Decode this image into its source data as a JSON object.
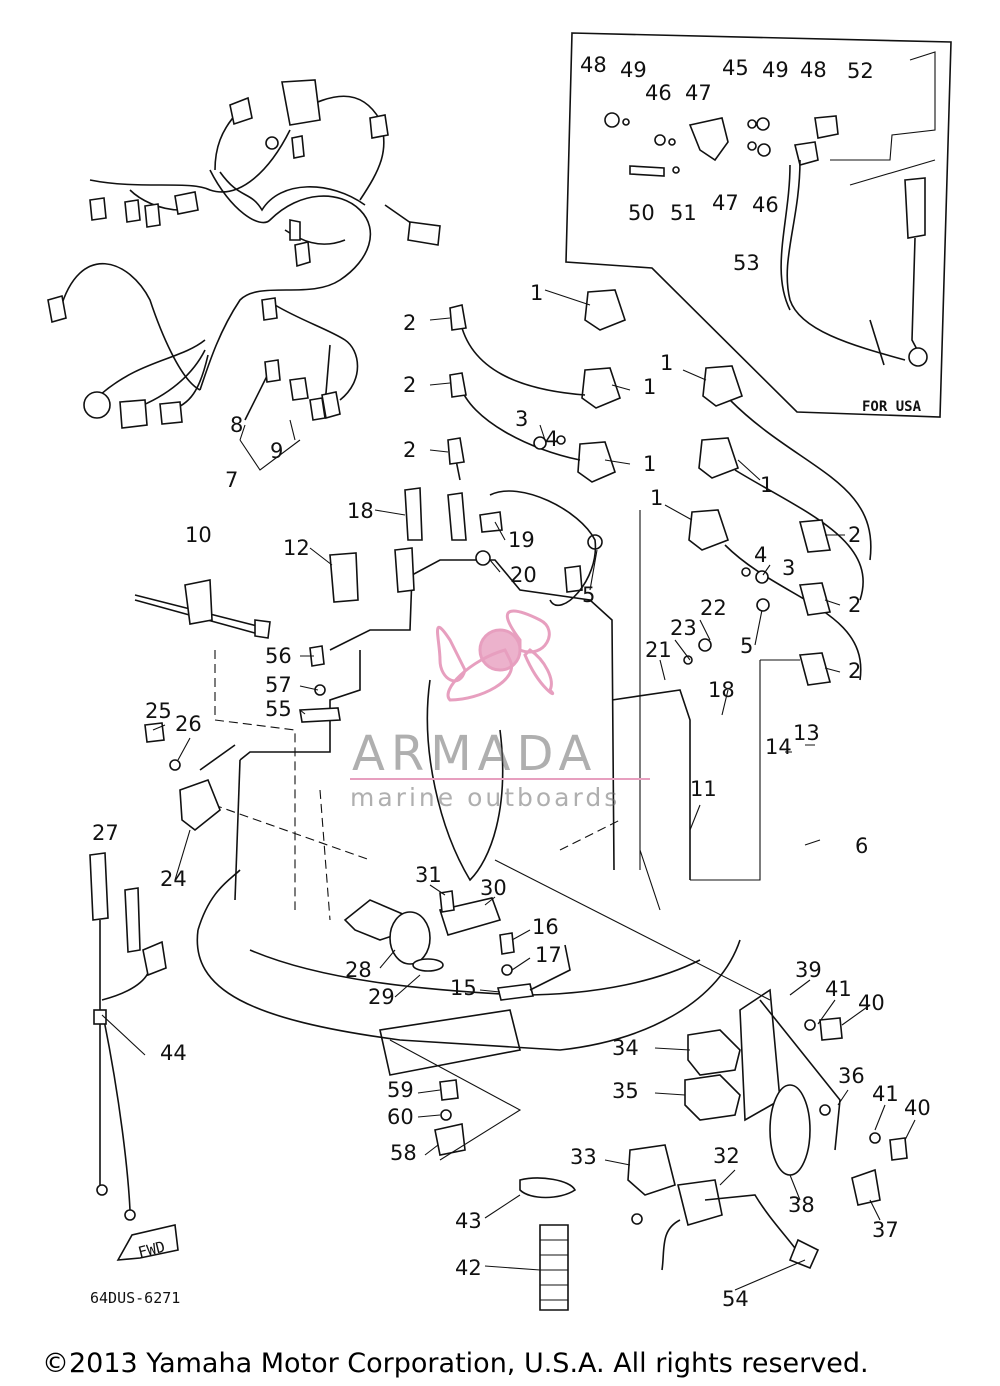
{
  "diagram": {
    "drawing_code": "64DUS-6271",
    "copyright": "©2013 Yamaha Motor Corporation, U.S.A. All rights reserved.",
    "inset_label": "FOR USA",
    "fwd_label": "FWD",
    "watermark": {
      "brand": "ARMADA",
      "tagline": "marine outboards",
      "accent_color": "#e79fbf",
      "text_color": "#6e6e6e"
    },
    "callouts": [
      "1",
      "2",
      "3",
      "4",
      "5",
      "6",
      "7",
      "8",
      "9",
      "10",
      "11",
      "12",
      "13",
      "14",
      "15",
      "16",
      "17",
      "18",
      "19",
      "20",
      "21",
      "22",
      "23",
      "24",
      "25",
      "26",
      "27",
      "28",
      "29",
      "30",
      "31",
      "32",
      "33",
      "34",
      "35",
      "36",
      "37",
      "38",
      "39",
      "40",
      "41",
      "42",
      "43",
      "44",
      "45",
      "46",
      "47",
      "48",
      "49",
      "50",
      "51",
      "52",
      "53",
      "54",
      "55",
      "56",
      "57",
      "58",
      "59",
      "60"
    ]
  }
}
